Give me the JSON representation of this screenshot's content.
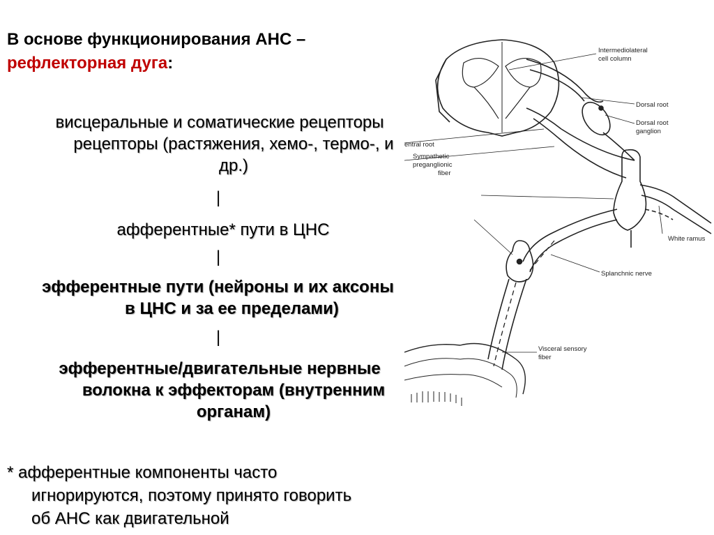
{
  "heading": {
    "line1": "В основе функционирования АНС –",
    "line2_red": "рефлекторная дуга",
    "line2_end": ":"
  },
  "items": {
    "receptors_line1": "висцеральные и соматические рецепторы",
    "receptors_line2": "рецепторы (растяжения, хемо-, термо-, и",
    "receptors_line3": "др.)",
    "sep1": "|",
    "afferent": "афферентные* пути в ЦНС",
    "sep2": "|",
    "efferent_line1": "эфферентные пути (нейроны и их аксоны",
    "efferent_line2": "в ЦНС и за ее пределами)",
    "sep3": "|",
    "motor_line1": "эфферентные/двигательные нервные",
    "motor_line2": "волокна к эффекторам (внутренним",
    "motor_line3": "органам)"
  },
  "note": {
    "line1": "* афферентные компоненты часто",
    "line2": "игнорируются, поэтому принято говорить",
    "line3": "об АНС как двигательной"
  },
  "diagram_labels": {
    "intermediolateral_1": "Intermediolateral",
    "intermediolateral_2": "cell column",
    "dorsal_root": "Dorsal root",
    "dorsal_ganglion_1": "Dorsal root",
    "dorsal_ganglion_2": "ganglion",
    "ventral_root": "entral root",
    "sympathetic_1": "Sympathetic",
    "sympathetic_2": "preganglionic",
    "sympathetic_3": "fiber",
    "white_ramus": "White ramus",
    "splanchnic": "Splanchnic nerve",
    "visceral_1": "Visceral sensory",
    "visceral_2": "fiber"
  }
}
